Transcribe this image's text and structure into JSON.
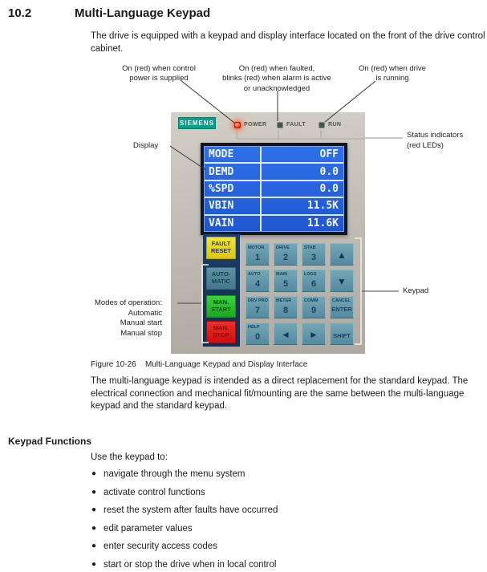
{
  "doc": {
    "section_number": "10.2",
    "section_title": "Multi-Language Keypad",
    "intro": "The drive is equipped with a keypad and display interface located on the front of the drive control cabinet.",
    "figure_label": "Figure 10-26",
    "figure_title": "Multi-Language Keypad and Display Interface",
    "after_figure": "The multi-language keypad is intended as a direct replacement for the standard keypad. The electrical connection and mechanical fit/mounting are the same between the multi-language keypad and the standard keypad."
  },
  "callouts": {
    "power_led": "On (red) when control\npower is supplied",
    "fault_led": "On (red) when faulted,\nblinks (red) when alarm is active\nor unacknowledged",
    "run_led": "On (red) when drive\nis running",
    "display": "Display",
    "status": "Status indicators\n(red LEDs)",
    "modes_title": "Modes of operation:",
    "modes_items": [
      "Automatic",
      "Manual start",
      "Manual stop"
    ],
    "keypad": "Keypad"
  },
  "device": {
    "brand": "SIEMENS",
    "leds": [
      {
        "label": "POWER",
        "state": "on"
      },
      {
        "label": "FAULT",
        "state": "off"
      },
      {
        "label": "RUN",
        "state": "off"
      }
    ],
    "display_rows": [
      [
        "MODE",
        "OFF"
      ],
      [
        "DEMD",
        "0.0"
      ],
      [
        "%SPD",
        "0.0"
      ],
      [
        "VBIN",
        "11.5K"
      ],
      [
        "VAIN",
        "11.6K"
      ]
    ],
    "left_keys": [
      {
        "line1": "FAULT",
        "line2": "RESET"
      },
      {
        "line1": "AUTO-",
        "line2": "MATIC"
      },
      {
        "line1": "MAN.",
        "line2": "START"
      },
      {
        "line1": "MAN.",
        "line2": "STOP"
      }
    ],
    "grid_keys": [
      {
        "top": "MOTOR",
        "main": "1"
      },
      {
        "top": "DRIVE",
        "main": "2"
      },
      {
        "top": "STAB",
        "main": "3"
      },
      {
        "top": "",
        "main": "▲"
      },
      {
        "top": "AUTO",
        "main": "4"
      },
      {
        "top": "MAIN",
        "main": "5"
      },
      {
        "top": "LOGS",
        "main": "6"
      },
      {
        "top": "",
        "main": "▼"
      },
      {
        "top": "DRV PRO",
        "main": "7"
      },
      {
        "top": "METER",
        "main": "8"
      },
      {
        "top": "COMM",
        "main": "9"
      },
      {
        "top": "CANCEL",
        "main": "ENTER"
      },
      {
        "top": "HELP",
        "main": "0"
      },
      {
        "top": "",
        "main": "◄"
      },
      {
        "top": "",
        "main": "►"
      },
      {
        "top": "",
        "main": "SHIFT"
      }
    ]
  },
  "functions": {
    "heading": "Keypad Functions",
    "intro": "Use the keypad to:",
    "items": [
      "navigate through the menu system",
      "activate control functions",
      "reset the system after faults have occurred",
      "edit parameter values",
      "enter security access codes",
      "start or stop the drive when in local control"
    ]
  },
  "colors": {
    "siemens_green": "#0e9b8a",
    "screen_blue": "#2565e3",
    "led_red": "#ff4a22",
    "key_teal": "#5e96a6",
    "key_yellow": "#e3d51e",
    "key_green": "#27be27",
    "key_red": "#e01111",
    "panel_navy": "#17375c"
  }
}
